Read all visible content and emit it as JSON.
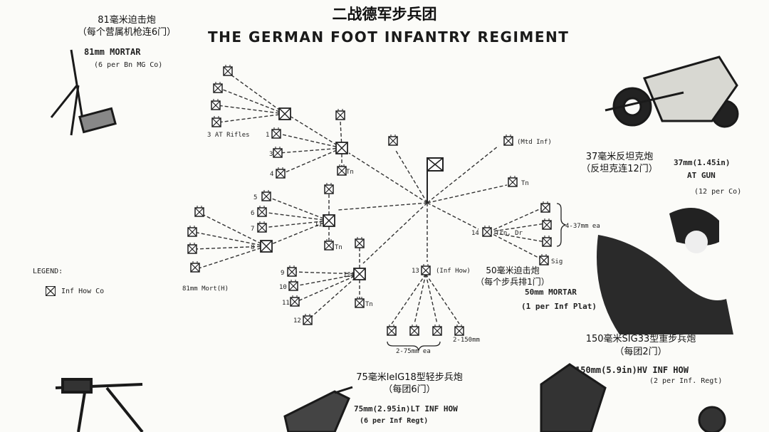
{
  "title_zh": "二战德军步兵团",
  "title_en": "THE GERMAN FOOT INFANTRY REGIMENT",
  "callouts": {
    "mortar81": {
      "zh1": "81毫米迫击炮",
      "zh2": "（每个营属机枪连6门）",
      "en1": "81mm MORTAR",
      "en2": "(6 per Bn MG Co)"
    },
    "atgun37": {
      "zh1": "37毫米反坦克炮",
      "zh2": "（反坦克连12门）",
      "en1": "37mm(1.45in)",
      "en2": "AT GUN",
      "en3": "(12 per Co)"
    },
    "mortar50": {
      "zh1": "50毫米迫击炮",
      "zh2": "（每个步兵排1门）",
      "en1": "50mm MORTAR",
      "en2": "(1 per Inf Plat)"
    },
    "sig33": {
      "zh1": "150毫米SIG33型重步兵炮",
      "zh2": "（每团2门）",
      "en1": "150mm(5.9in)HV INF HOW",
      "en2": "(2 per Inf. Regt)"
    },
    "leig18": {
      "zh1": "75毫米leIG18型轻步兵炮",
      "zh2": "（每团6门）",
      "en1": "75mm(2.95in)LT INF HOW",
      "en2": "(6 per Inf Regt)"
    }
  },
  "legend": {
    "title": "LEGEND:",
    "item": "Inf How Co"
  },
  "diagram_labels": {
    "at_rifles": "3 AT Rifles",
    "trn": "Tn",
    "mtd_inf": "(Mtd Inf)",
    "inf_how": "(Inf How)",
    "trn_dr": "Trn, Dr",
    "at_37": "4-37mm ea",
    "sig": "Sig",
    "mort81": "81mm Mort(H)",
    "guns75": "2-75mm ea",
    "guns150": "2-150mm",
    "i": "I",
    "ii": "II",
    "iii": "III",
    "c1": "1",
    "c2": "2",
    "c3": "3",
    "c4": "4",
    "c5": "5",
    "c6": "6",
    "c7": "7",
    "c8": "8",
    "c9": "9",
    "c10": "10",
    "c11": "11",
    "c12": "12",
    "c13": "13",
    "c14": "14"
  }
}
